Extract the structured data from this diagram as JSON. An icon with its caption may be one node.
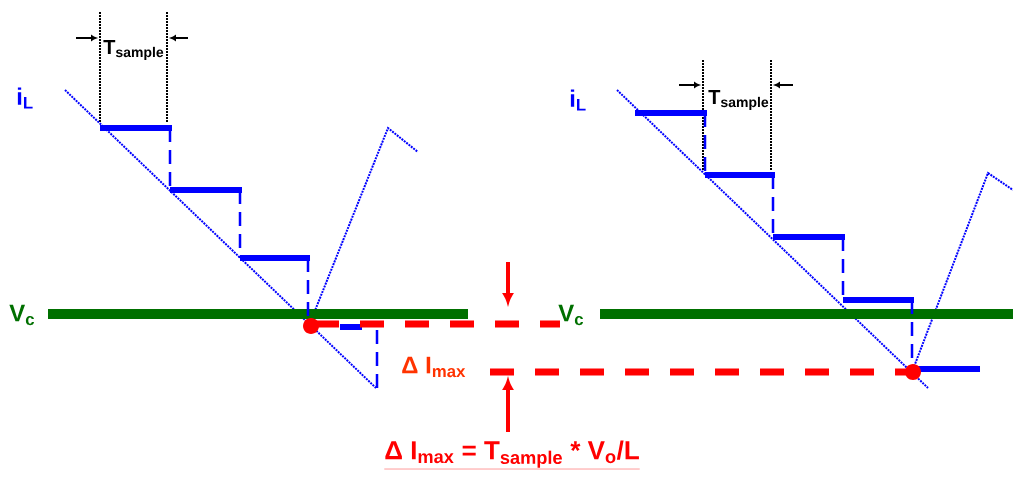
{
  "diagram": {
    "labels": [
      "T$_{sample}$",
      "i$_{L}$",
      "T$_{sample}$",
      "i$_{L}$",
      "V$_{c}$",
      "V$_{c}$",
      "Δ I$_{max}$",
      "Δ I$_{max}$ = T$_{sample}$ * V$_{o}$/L"
    ]
  }
}
